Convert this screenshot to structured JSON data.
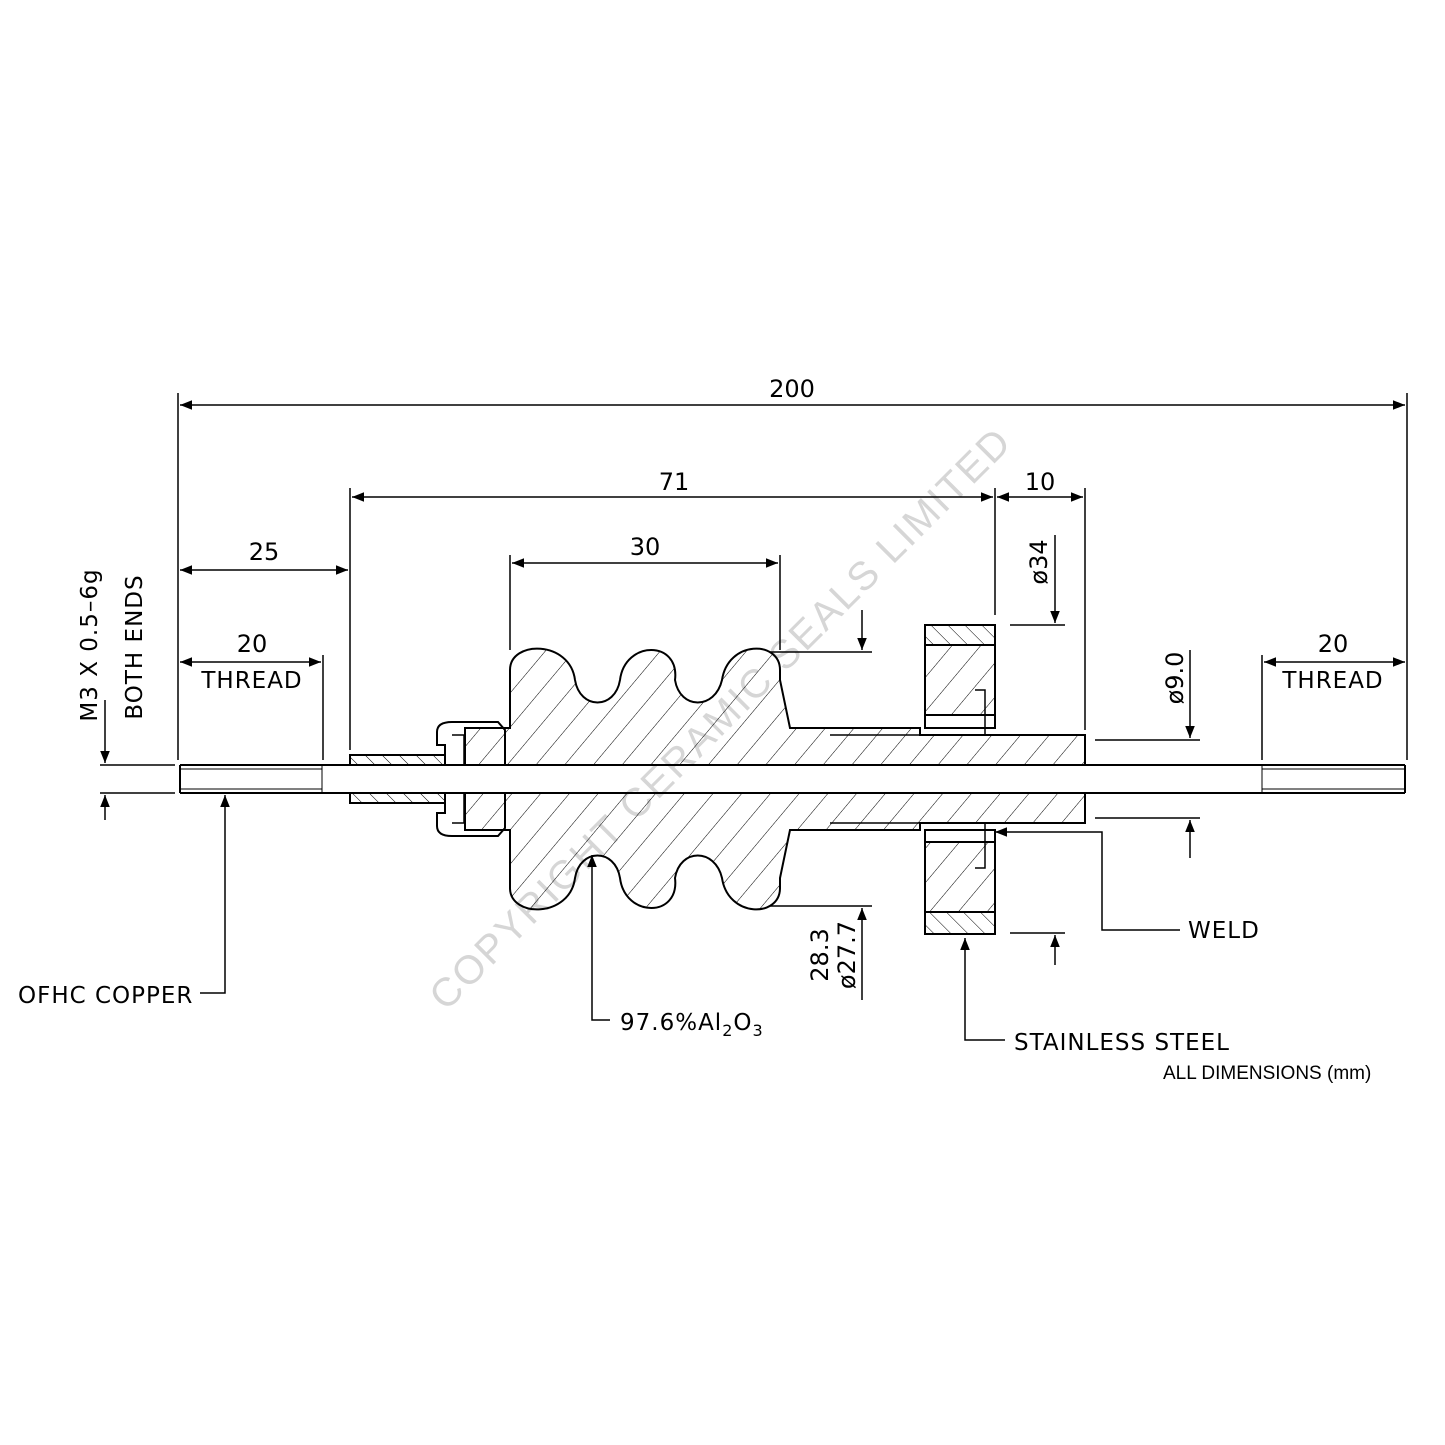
{
  "drawing": {
    "dimensions": {
      "overall": "200",
      "body": "71",
      "flange_thickness": "10",
      "insulator": "30",
      "setback": "25",
      "thread_left": "20",
      "thread_right": "20",
      "flange_dia": "ø34",
      "bore_dia": "ø9.0",
      "insulator_dia_a": "28.3",
      "insulator_dia_b": "ø27.7"
    },
    "labels": {
      "thread_left": "THREAD",
      "thread_right": "THREAD",
      "thread_spec": "M3 X 0.5–6g",
      "thread_spec_note": "BOTH ENDS",
      "conductor": "OFHC COPPER",
      "insulator_pre": "97.6%Al",
      "insulator_sub1": "2",
      "insulator_mid": "O",
      "insulator_sub2": "3",
      "flange": "STAINLESS STEEL",
      "joint": "WELD"
    },
    "watermark": "COPYRIGHT CERAMIC SEALS LIMITED",
    "units_note": "ALL DIMENSIONS (mm)"
  }
}
